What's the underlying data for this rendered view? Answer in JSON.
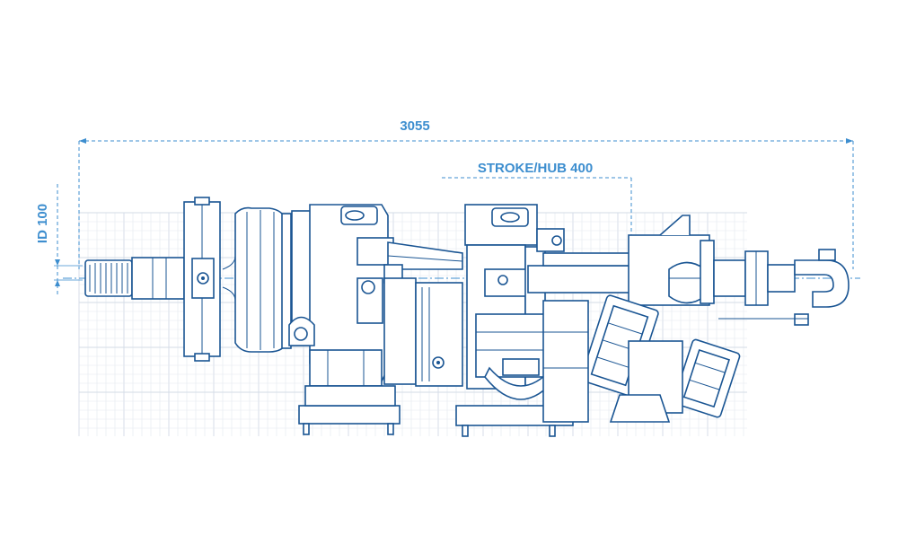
{
  "dimensions": {
    "overall_length": "3055",
    "stroke": "STROKE/HUB 400",
    "inner_diameter": "ID 100"
  },
  "colors": {
    "line": "#1a5593",
    "dimension": "#3d8ecf",
    "grid": "#d3dbe6"
  }
}
